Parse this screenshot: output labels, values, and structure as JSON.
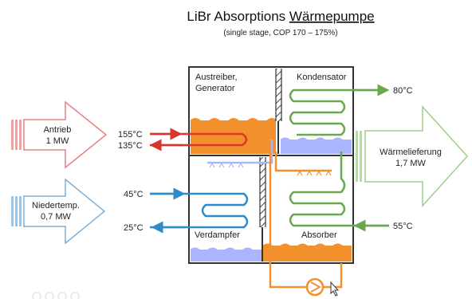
{
  "title": {
    "prefix": "LiBr Absorptions ",
    "underlined": "Wärmepumpe"
  },
  "subtitle": "(single stage, COP 170 – 175%)",
  "chambers": {
    "generator": [
      "Austreiber,",
      "Generator"
    ],
    "condenser": "Kondensator",
    "evaporator": "Verdampfer",
    "absorber": "Absorber"
  },
  "inputs": {
    "drive": [
      "Antrieb",
      "1 MW"
    ],
    "low_temp": [
      "Niedertemp.",
      "0,7 MW"
    ]
  },
  "output": [
    "Wärmelieferung",
    "1,7 MW"
  ],
  "temperatures": {
    "drive_in": "155°C",
    "drive_out": "135°C",
    "low_in": "45°C",
    "low_out": "25°C",
    "hot_out": "80°C",
    "hot_in": "55°C"
  },
  "colors": {
    "drive": "#d9362b",
    "low_temp": "#2e8bc8",
    "heat": "#6aa84f",
    "solution": "#f09030",
    "refrigerant": "#a9b4ff"
  },
  "icons": {
    "pump": "pump-icon",
    "cursor": "cursor-icon"
  }
}
